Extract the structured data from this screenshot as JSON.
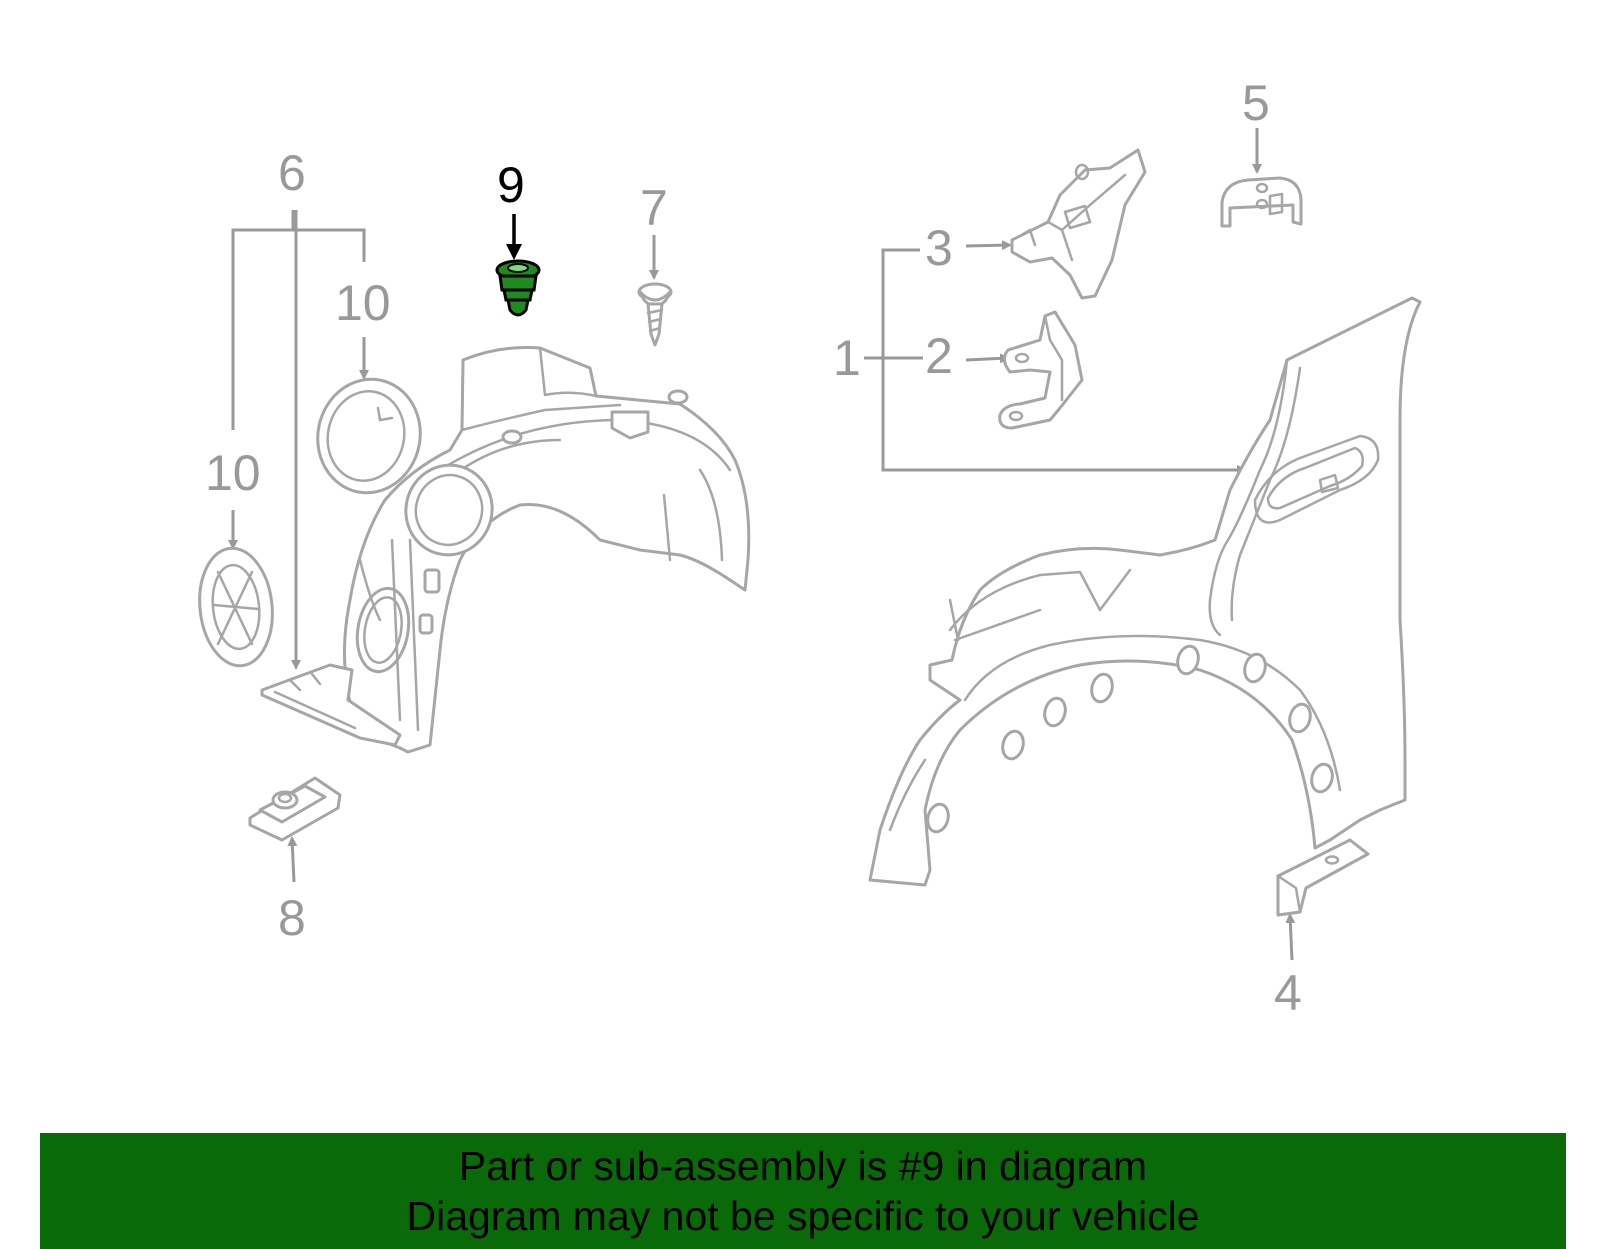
{
  "colors": {
    "banner_background": "#0a6a0a",
    "highlight_part": "#1f8a1f",
    "line_art": "#a6a6a6",
    "callout_text": "#999999",
    "active_callout": "#000000"
  },
  "diagram": {
    "active_callout": "9",
    "callouts": {
      "c1": "1",
      "c2": "2",
      "c3": "3",
      "c4": "4",
      "c5": "5",
      "c6": "6",
      "c7": "7",
      "c8": "8",
      "c9": "9",
      "c10a": "10",
      "c10b": "10"
    }
  },
  "banner": {
    "line1": "Part or sub-assembly is #9 in diagram",
    "line2": "Diagram may not be specific to your vehicle"
  }
}
